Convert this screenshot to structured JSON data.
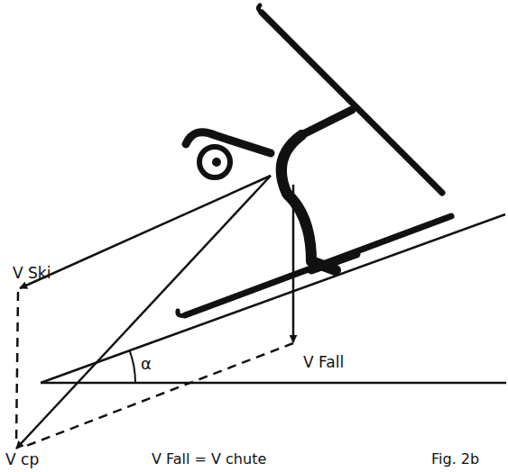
{
  "diagram": {
    "labels": [
      "V Ski",
      "V Fall",
      "α",
      "V cp",
      "V Fall = V chute",
      "Fig. 2b"
    ]
  }
}
